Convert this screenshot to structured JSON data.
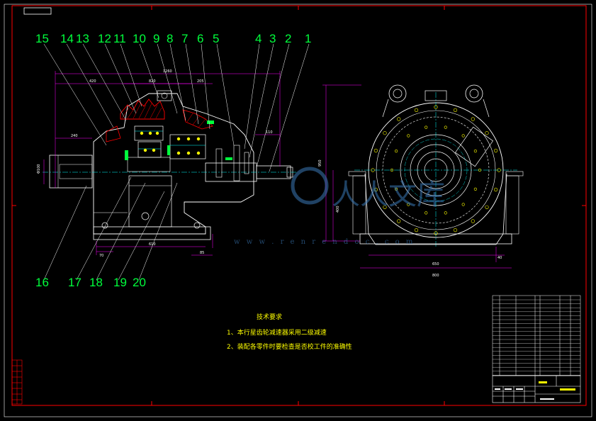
{
  "callouts_top": [
    "15",
    "14",
    "13",
    "12",
    "11",
    "10",
    "9",
    "8",
    "7",
    "6",
    "5",
    "4",
    "3",
    "2",
    "1"
  ],
  "callouts_bottom": [
    "16",
    "17",
    "18",
    "19",
    "20"
  ],
  "tech_requirements": {
    "title": "技术要求",
    "items": [
      "1、本行星齿轮减速器采用二级减速",
      "2、装配各零件时要检查是否校工件的准确性"
    ]
  },
  "watermark": {
    "text": "人人文库",
    "url": "w w w . r e n r e n d o c . c o m"
  },
  "colors": {
    "frame": "#ff0000",
    "outline": "#ffffff",
    "callout": "#00ff3c",
    "text": "#ffff00",
    "dimension": "#ff00ff",
    "center": "#00ffff"
  }
}
